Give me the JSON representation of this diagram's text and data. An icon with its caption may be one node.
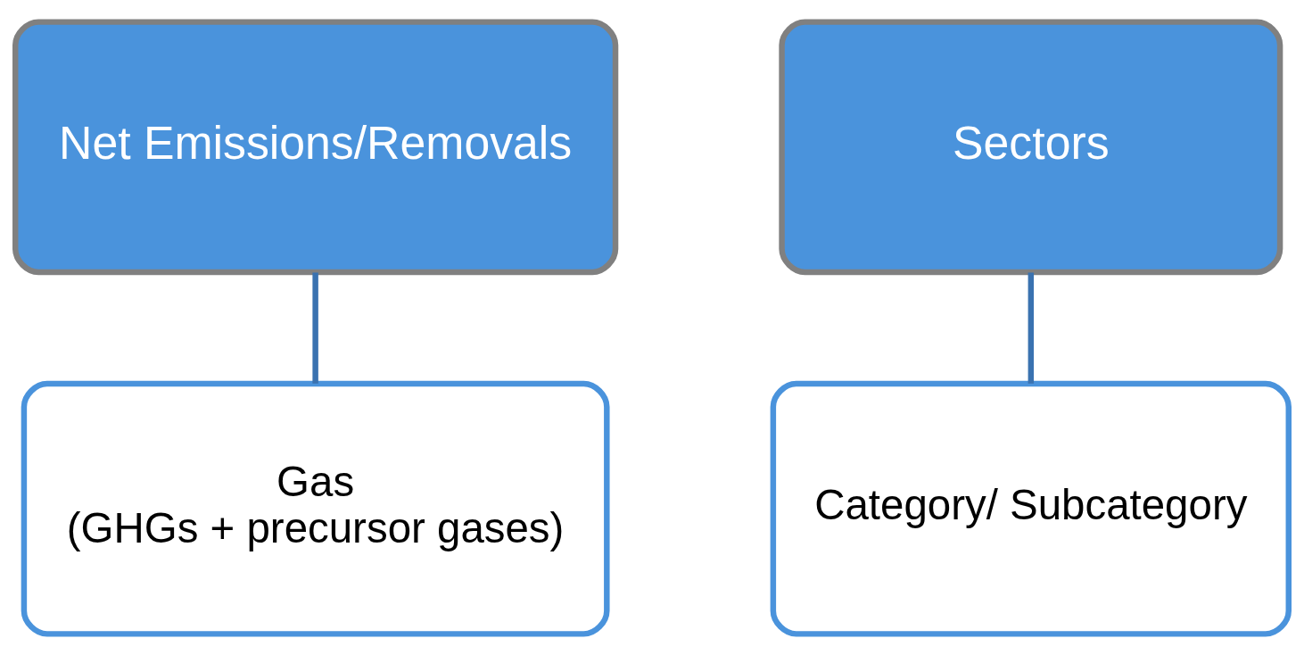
{
  "diagram": {
    "nodes": [
      {
        "text": [
          "Net Emissions/Removals"
        ]
      },
      {
        "text": [
          "Gas",
          "(GHGs + precursor gases)"
        ]
      },
      {
        "text": [
          "Sectors"
        ]
      },
      {
        "text": [
          "Category/ Subcategory"
        ]
      }
    ],
    "edges": [
      {
        "from": 0,
        "to": 1,
        "arrow": "none"
      },
      {
        "from": 2,
        "to": 3,
        "arrow": "none"
      }
    ]
  }
}
